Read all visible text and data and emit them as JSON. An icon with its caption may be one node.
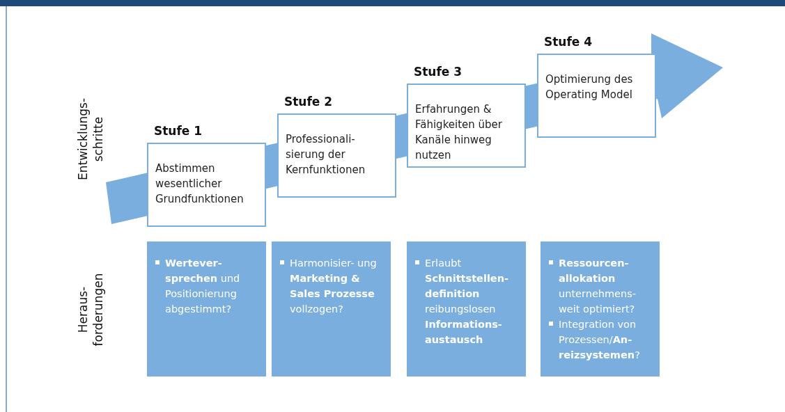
{
  "diagram": {
    "nodes": [
      {
        "text": [
          "Stufe 1",
          "Abstimmen wesentlicher Grundfunktionen"
        ]
      },
      {
        "text": [
          "Stufe 2",
          "Professionali- sierung  der Kernfunktionen"
        ]
      },
      {
        "text": [
          "Stufe 3",
          "Erfahrungen & Fähigkeiten über Kanäle hinweg nutzen"
        ]
      },
      {
        "text": [
          "Stufe 4",
          "Optimierung des Operating Model"
        ]
      },
      {
        "text": [
          "**Wertever- sprechen** und Positionierung abgestimmt?"
        ]
      },
      {
        "text": [
          "Harmonisier- ung **Marketing & Sales Prozesse** vollzogen?"
        ]
      },
      {
        "text": [
          "Erlaubt **Schnittstellen- definition** reibungslosen **Informations- austausch**"
        ]
      },
      {
        "text": [
          "**Ressourcen- allokation** unternehmens- weit optimiert?",
          "Integration von Prozessen/**An- reizsystemen**?"
        ]
      }
    ],
    "labels": [
      "Entwicklungs- schritte",
      "Heraus- forderungen"
    ]
  }
}
